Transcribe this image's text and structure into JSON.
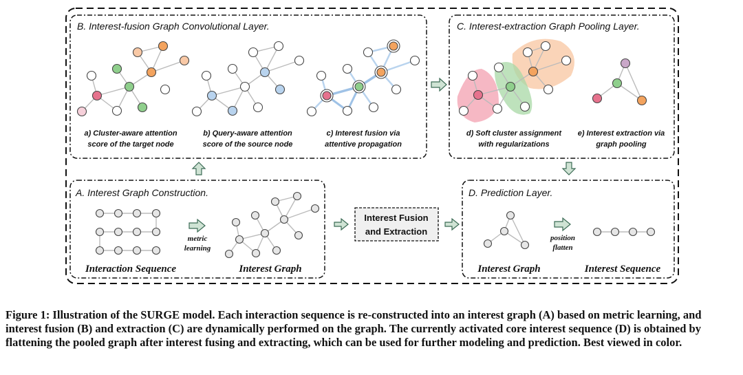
{
  "figure": {
    "panels": {
      "b_title": "B. Interest-fusion Graph Convolutional Layer.",
      "c_title": "C. Interest-extraction Graph Pooling Layer.",
      "a_title": "A. Interest Graph Construction.",
      "d_title": "D. Prediction Layer."
    },
    "subcaptions": {
      "a1": "a) Cluster-aware attention",
      "a2": "score of the target node",
      "b1": "b) Query-aware attention",
      "b2": "score of the source node",
      "c1": "c) Interest fusion via",
      "c2": "attentive propagation",
      "d1": "d) Soft cluster assignment",
      "d2": "with regularizations",
      "e1": "e) Interest extraction via",
      "e2": "graph pooling"
    },
    "labels": {
      "interaction_sequence": "Interaction Sequence",
      "interest_graph_a": "Interest Graph",
      "metric": "metric",
      "learning": "learning",
      "center_line1": "Interest Fusion",
      "center_line2": "and Extraction",
      "interest_graph_d": "Interest Graph",
      "interest_sequence": "Interest Sequence",
      "position": "position",
      "flatten": "flatten"
    },
    "colors": {
      "peach": "#f9c9a6",
      "orange": "#f3a35e",
      "green": "#8fcf8c",
      "blue": "#b8d3ee",
      "pink": "#e6728d",
      "lightpink": "#f6d0da",
      "gray": "#d9d9d9",
      "arrow": "#cfe3d4",
      "arrow_stroke": "#3b6b55"
    }
  },
  "caption": "Figure 1: Illustration of the SURGE model. Each interaction sequence is re-constructed into an interest graph (A) based on metric learning, and interest fusion (B) and extraction (C) are dynamically performed on the graph. The currently activated core interest sequence (D) is obtained by flattening the pooled graph after interest fusing and extracting, which can be used for further modeling and prediction. Best viewed in color."
}
